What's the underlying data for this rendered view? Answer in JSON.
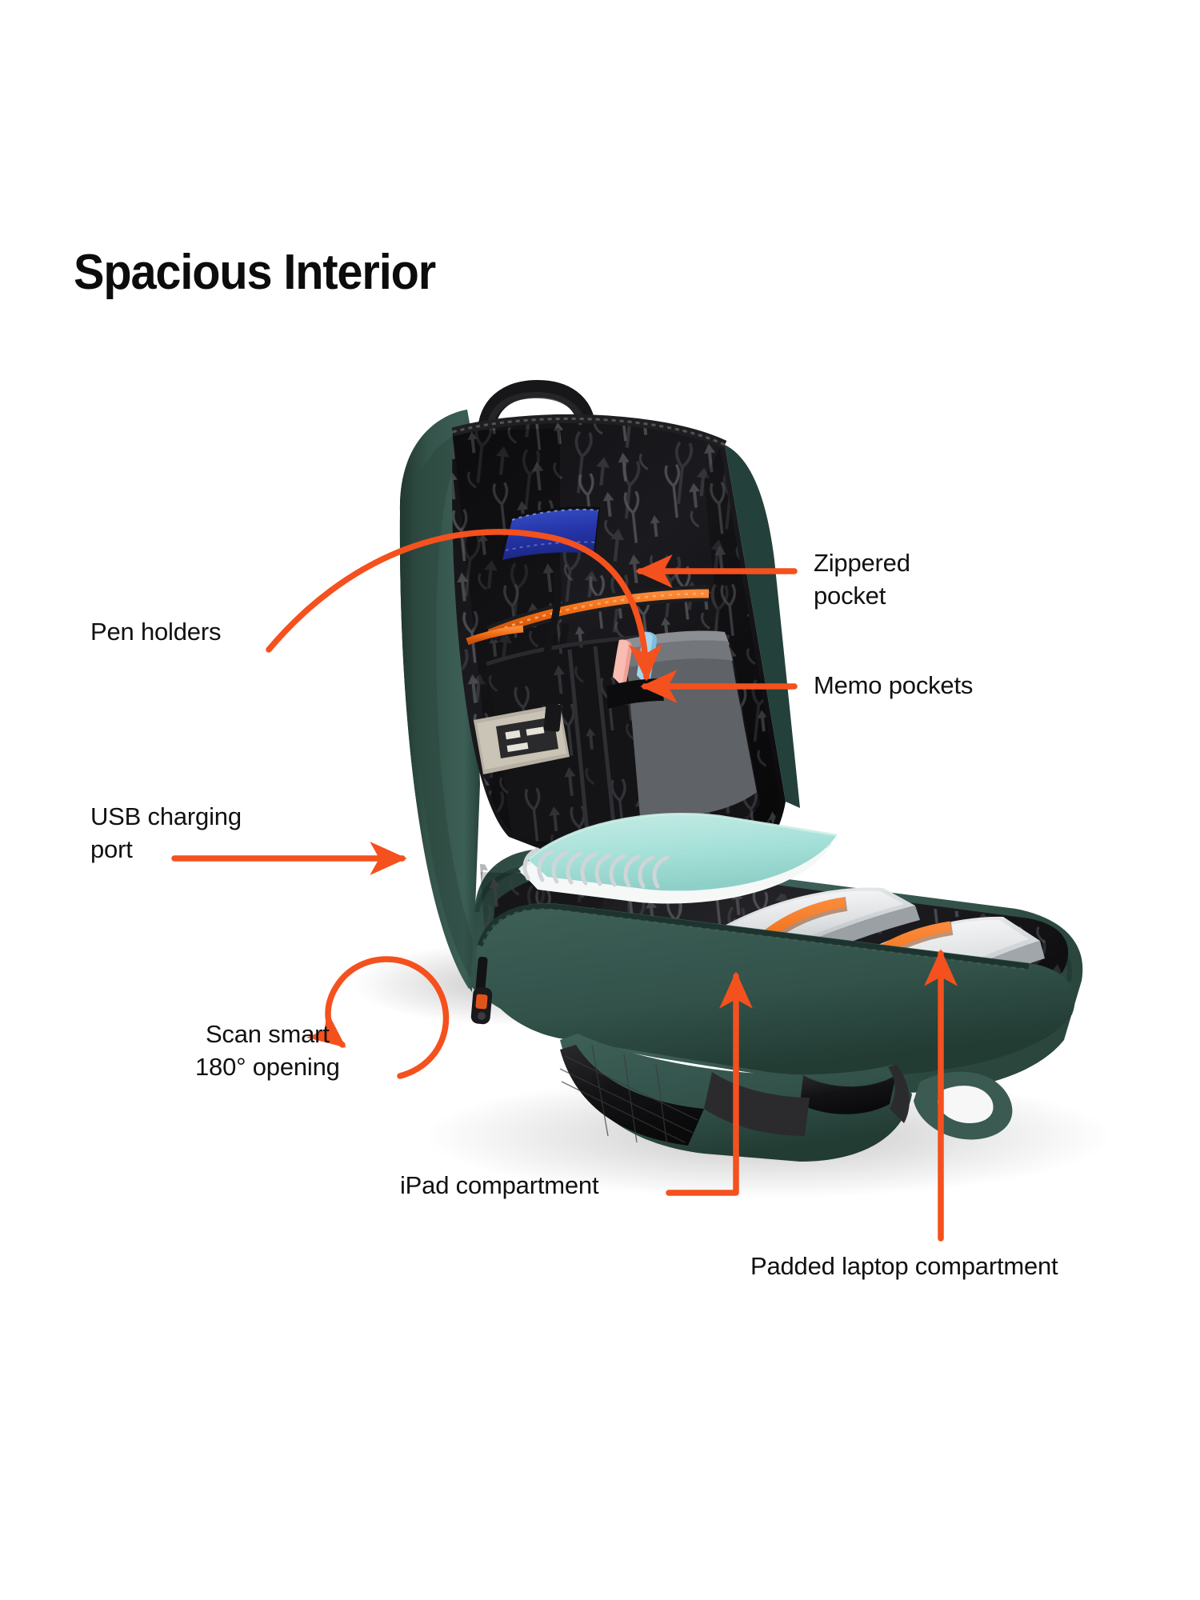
{
  "page": {
    "title": "Spacious Interior",
    "background_color": "#ffffff",
    "accent_color": "#f4511e",
    "text_color": "#111111"
  },
  "product": {
    "name": "Backpack interior cutaway",
    "shell_color": "#33514a",
    "shell_color_light": "#4a6b62",
    "lining_color": "#17171a",
    "lining_pattern_color": "#4e4e52",
    "elastic_strap_color": "#ee6612",
    "zipper_color": "#f26a15",
    "items": [
      {
        "name": "blue-notebook",
        "color": "#2a3ea8"
      },
      {
        "name": "mint-notebook",
        "color": "#a9e3dc"
      },
      {
        "name": "silver-tablet",
        "color": "#cfd2d4"
      },
      {
        "name": "silver-laptop",
        "color": "#d9dcde"
      },
      {
        "name": "smartphone",
        "color": "#c9c2b4"
      },
      {
        "name": "pink-pen",
        "color": "#f2a79c"
      },
      {
        "name": "blue-pen",
        "color": "#8fc8e8"
      },
      {
        "name": "gray-memo-pad",
        "color": "#6d7074"
      },
      {
        "name": "usb-cable",
        "color": "#131313"
      }
    ]
  },
  "callouts": [
    {
      "id": "pen-holders",
      "text": "Pen holders",
      "arrow": "long-curve-right-down"
    },
    {
      "id": "zippered-pocket",
      "text": "Zippered\npocket",
      "arrow": "straight-left"
    },
    {
      "id": "memo-pockets",
      "text": "Memo pockets",
      "arrow": "straight-left"
    },
    {
      "id": "usb-charging-port",
      "text": "USB charging\nport",
      "arrow": "straight-right"
    },
    {
      "id": "scan-smart",
      "text": "Scan smart\n180° opening",
      "arrow": "circular-arc-up"
    },
    {
      "id": "ipad-compartment",
      "text": "iPad compartment",
      "arrow": "elbow-right-up"
    },
    {
      "id": "padded-laptop",
      "text": "Padded laptop compartment",
      "arrow": "straight-up"
    }
  ]
}
